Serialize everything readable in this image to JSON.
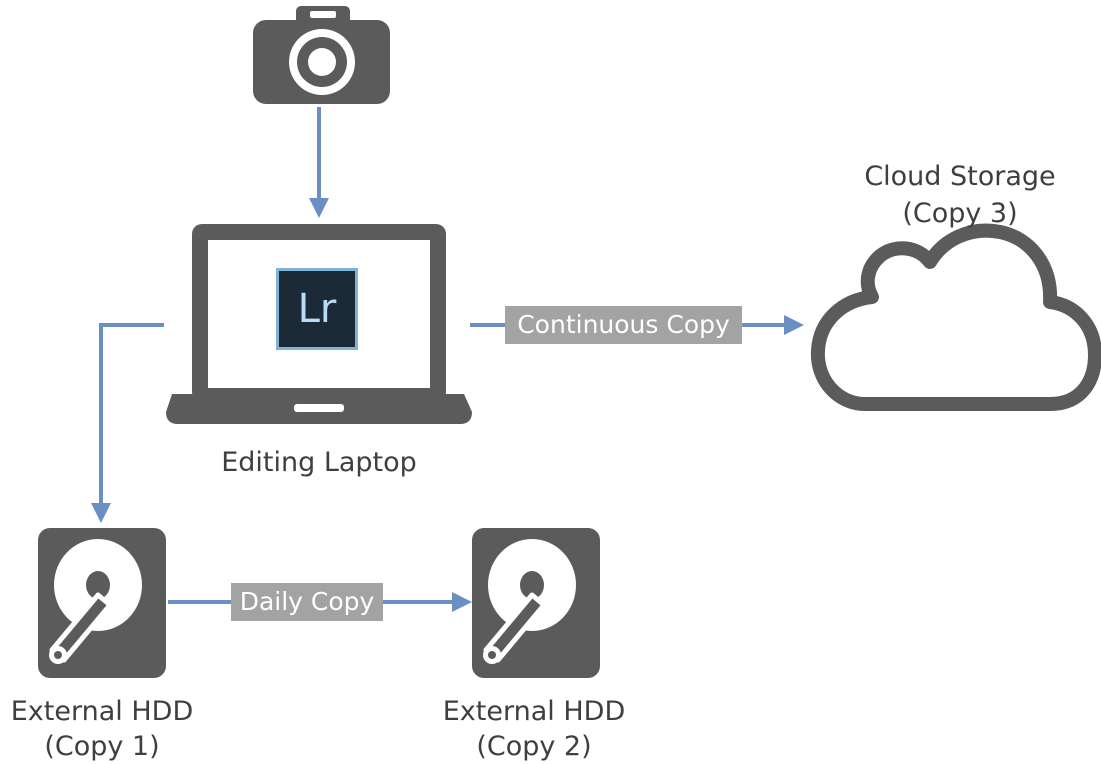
{
  "nodes": {
    "camera": {
      "icon": "camera-icon"
    },
    "laptop": {
      "icon": "laptop-icon",
      "app_icon_text": "Lr",
      "label": "Editing Laptop"
    },
    "cloud": {
      "icon": "cloud-icon",
      "label_line1": "Cloud Storage",
      "label_line2": "(Copy 3)"
    },
    "hdd1": {
      "icon": "hard-drive-icon",
      "label_line1": "External HDD",
      "label_line2": "(Copy 1)"
    },
    "hdd2": {
      "icon": "hard-drive-icon",
      "label_line1": "External HDD",
      "label_line2": "(Copy 2)"
    }
  },
  "edges": {
    "laptop_to_cloud": {
      "label": "Continuous Copy"
    },
    "hdd1_to_hdd2": {
      "label": "Daily Copy"
    }
  },
  "colors": {
    "icon": "#5b5b5b",
    "arrow": "#6b8fc2",
    "pill": "#a3a3a3",
    "text": "#3f3f3f",
    "app_bg": "#1b2a36",
    "app_border": "#7fb3d8"
  }
}
